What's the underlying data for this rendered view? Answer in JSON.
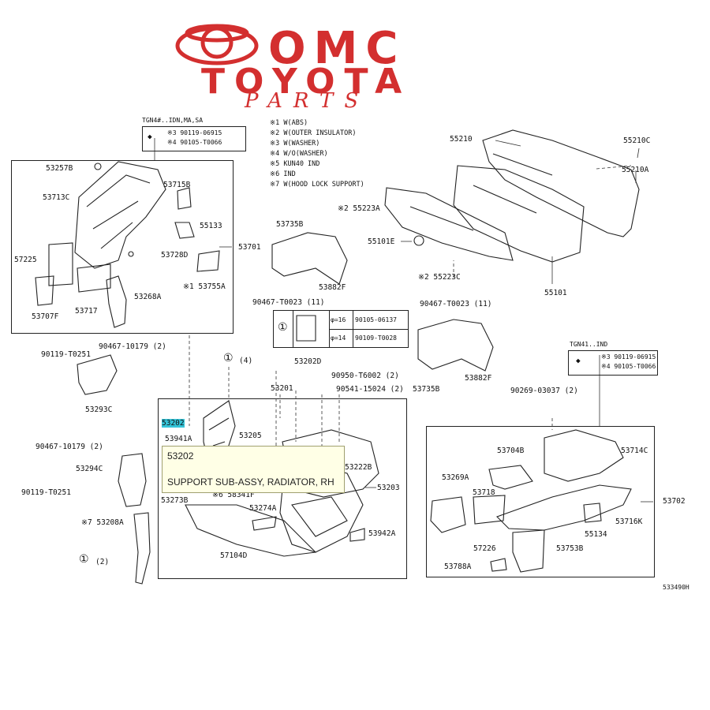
{
  "header": {
    "brand_top": "OMC",
    "brand_mid": "TOYOTA",
    "brand_bottom": "PARTS",
    "brand_color": "#d32f2f"
  },
  "diagram_code": "533490H",
  "notes": [
    "※1 W(ABS)",
    "※2 W(OUTER INSULATOR)",
    "※3 W(WASHER)",
    "※4 W/O(WASHER)",
    "※5 KUN40 IND",
    "※6 IND",
    "※7 W(HOOD LOCK SUPPORT)"
  ],
  "left_callout": {
    "header": "TGN4#..IDN,MA,SA",
    "row1": "※3 90119-06915",
    "row2": "※4 90105-T0066"
  },
  "right_callout": {
    "header": "TGN41..IND",
    "row1": "※3 90119-06915",
    "row2": "※4 90105-T0066"
  },
  "bolt_table": {
    "ref": "①",
    "row1_size": "φ=16",
    "row1_part": "90105-06137",
    "row2_size": "φ=14",
    "row2_part": "90109-T0028"
  },
  "labels": {
    "p53257B": "53257B",
    "p53713C": "53713C",
    "p53715B": "53715B",
    "p55133": "55133",
    "p53701": "53701",
    "p57225": "57225",
    "p53728D": "53728D",
    "p53755A": "※1 53755A",
    "p53268A": "53268A",
    "p53707F": "53707F",
    "p53717": "53717",
    "p53735B_a": "53735B",
    "p53882F_a": "53882F",
    "p90467_a": "90467-T0023 (11)",
    "p55210": "55210",
    "p55210C": "55210C",
    "p55210A": "55210A",
    "p55223A": "※2 55223A",
    "p55101E": "55101E",
    "p55223C": "※2 55223C",
    "p55101": "55101",
    "p90119_a": "90119-T0251",
    "p90467_b": "90467-10179 (2)",
    "p53293C": "53293C",
    "p1_4": "(4)",
    "p53202D": "53202D",
    "p90950": "90950-T6002 (2)",
    "p53201": "53201",
    "p90541": "90541-15024 (2)",
    "p90467_c": "90467-T0023 (11)",
    "p53735B_b": "53735B",
    "p53882F_b": "53882F",
    "p90269": "90269-03037 (2)",
    "p53202": "53202",
    "p53941A": "53941A",
    "p53205": "53205",
    "p90467_d": "90467-10179 (2)",
    "p53294C": "53294C",
    "p90119_b": "90119-T0251",
    "p53273B": "53273B",
    "p58341F": "※6 58341F",
    "p53222B": "53222B",
    "p53203": "53203",
    "p53208A": "※7 53208A",
    "p53274A": "53274A",
    "p53942A": "53942A",
    "p57104D": "57104D",
    "p1_2": "(2)",
    "p53704B": "53704B",
    "p53714C": "53714C",
    "p53269A": "53269A",
    "p53718": "53718",
    "p53702": "53702",
    "p53716K": "53716K",
    "p55134": "55134",
    "p57226": "57226",
    "p53753B": "53753B",
    "p53788A": "53788A"
  },
  "tooltip": {
    "code": "53202",
    "description": "SUPPORT SUB-ASSY, RADIATOR, RH"
  }
}
